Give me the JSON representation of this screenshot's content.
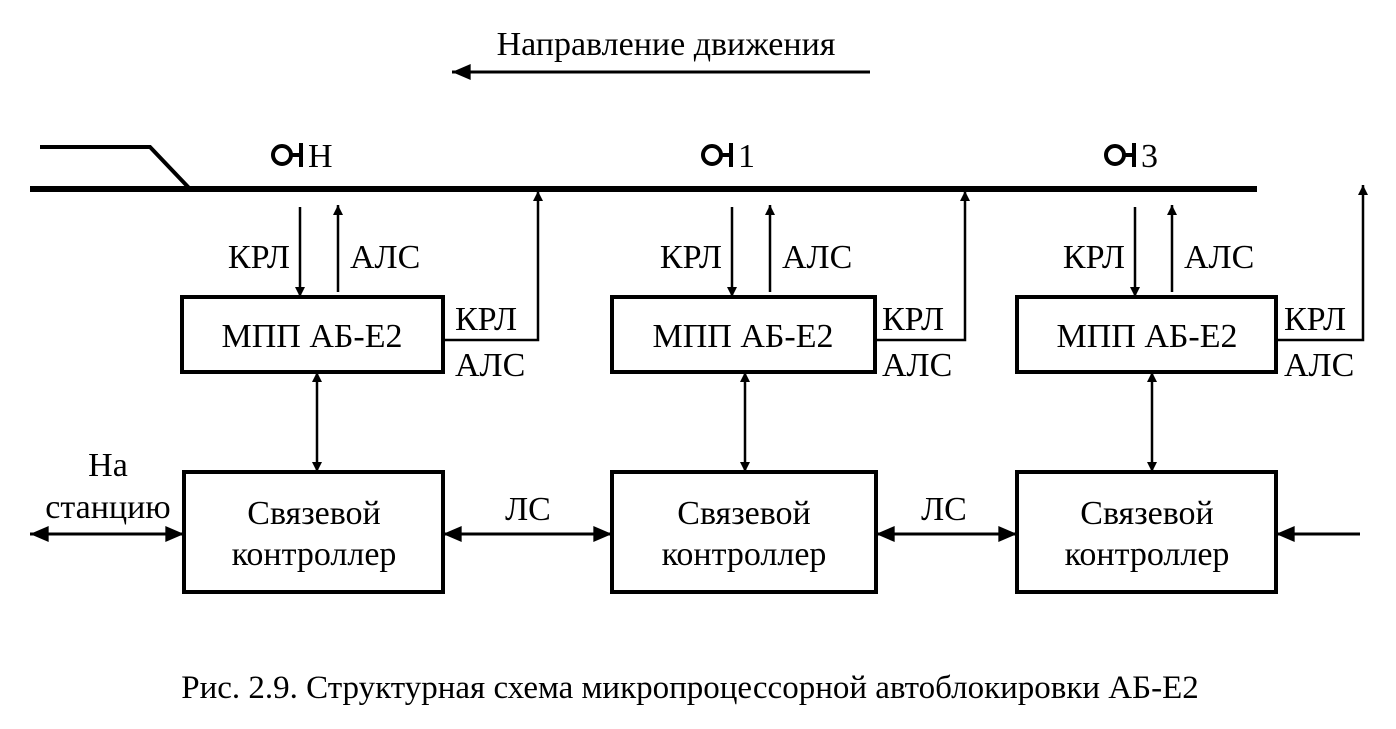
{
  "diagram": {
    "title": "Направление движения",
    "caption": "Рис. 2.9. Структурная схема микропроцессорной автоблокировки АБ-Е2",
    "colors": {
      "ink": "#000000",
      "background": "#ffffff"
    },
    "signals": [
      {
        "id": "signal-n",
        "label": "Н",
        "icon": "signal-icon"
      },
      {
        "id": "signal-1",
        "label": "1",
        "icon": "signal-icon"
      },
      {
        "id": "signal-3",
        "label": "3",
        "icon": "signal-icon"
      }
    ],
    "mpp_units": [
      {
        "label": "МПП АБ-Е2",
        "in_label": "КРЛ",
        "out_label": "АЛС",
        "side_top": "КРЛ",
        "side_bottom": "АЛС"
      },
      {
        "label": "МПП АБ-Е2",
        "in_label": "КРЛ",
        "out_label": "АЛС",
        "side_top": "КРЛ",
        "side_bottom": "АЛС"
      },
      {
        "label": "МПП АБ-Е2",
        "in_label": "КРЛ",
        "out_label": "АЛС",
        "side_top": "КРЛ",
        "side_bottom": "АЛС"
      }
    ],
    "controllers": [
      {
        "line1": "Связевой",
        "line2": "контроллер"
      },
      {
        "line1": "Связевой",
        "line2": "контроллер"
      },
      {
        "line1": "Связевой",
        "line2": "контроллер"
      }
    ],
    "links": [
      {
        "label": "ЛС"
      },
      {
        "label": "ЛС"
      }
    ],
    "station": {
      "line1": "На",
      "line2": "станцию"
    }
  }
}
